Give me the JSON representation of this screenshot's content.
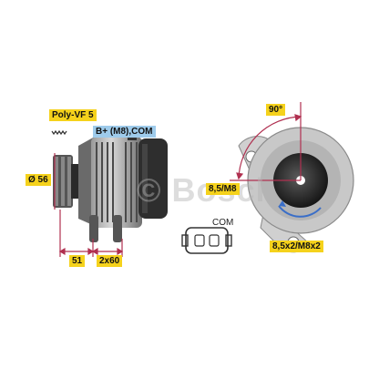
{
  "labels": {
    "poly_vf": "Poly-VF 5",
    "b_plus": "B+ (M8),COM",
    "diameter": "Ø 56",
    "dim_51": "51",
    "dim_2x60": "2x60",
    "angle_90": "90°",
    "thread_85_m8": "8,5/M8",
    "thread_85x2": "8,5x2/M8x2",
    "com": "COM"
  },
  "watermark": {
    "text": "© Bosch"
  },
  "colors": {
    "label_yellow": "#f5d21c",
    "label_blue": "#9ecbeb",
    "dimension_red": "#b03050",
    "rotation_blue": "#3a6ec8",
    "body_dark": "#3a3a3a"
  }
}
